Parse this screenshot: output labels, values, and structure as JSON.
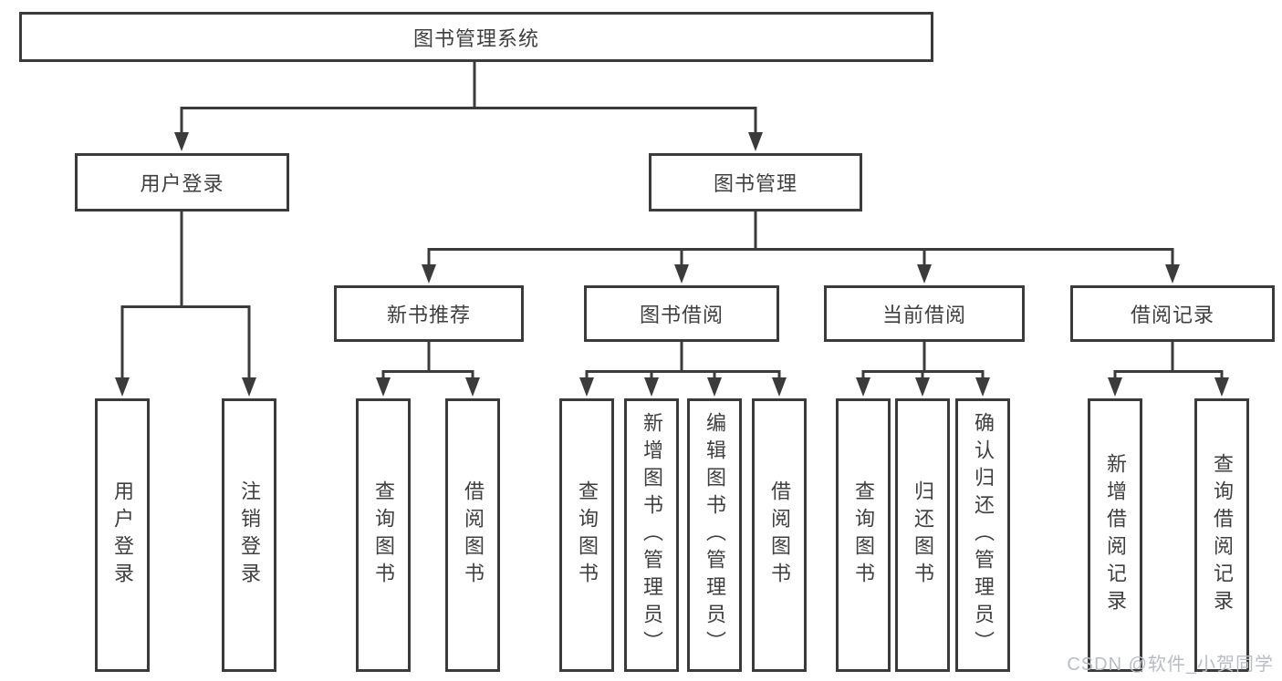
{
  "tree": {
    "root": "图书管理系统",
    "branches": [
      {
        "label": "用户登录",
        "leaves": [
          "用户登录",
          "注销登录"
        ]
      },
      {
        "label": "图书管理",
        "groups": [
          {
            "label": "新书推荐",
            "leaves": [
              "查询图书",
              "借阅图书"
            ]
          },
          {
            "label": "图书借阅",
            "leaves": [
              "查询图书",
              "新增图书（管理员）",
              "编辑图书（管理员）",
              "借阅图书"
            ]
          },
          {
            "label": "当前借阅",
            "leaves": [
              "查询图书",
              "归还图书",
              "确认归还（管理员）"
            ]
          },
          {
            "label": "借阅记录",
            "leaves": [
              "新增借阅记录",
              "查询借阅记录"
            ]
          }
        ]
      }
    ]
  },
  "watermark": {
    "text": "CSDN @软件_小贺同学"
  },
  "colors": {
    "line": "#3b3b3b",
    "box_border": "#3b3b3b",
    "text": "#3f3f3f",
    "watermark": "#b9bdc3",
    "background": "#ffffff"
  }
}
